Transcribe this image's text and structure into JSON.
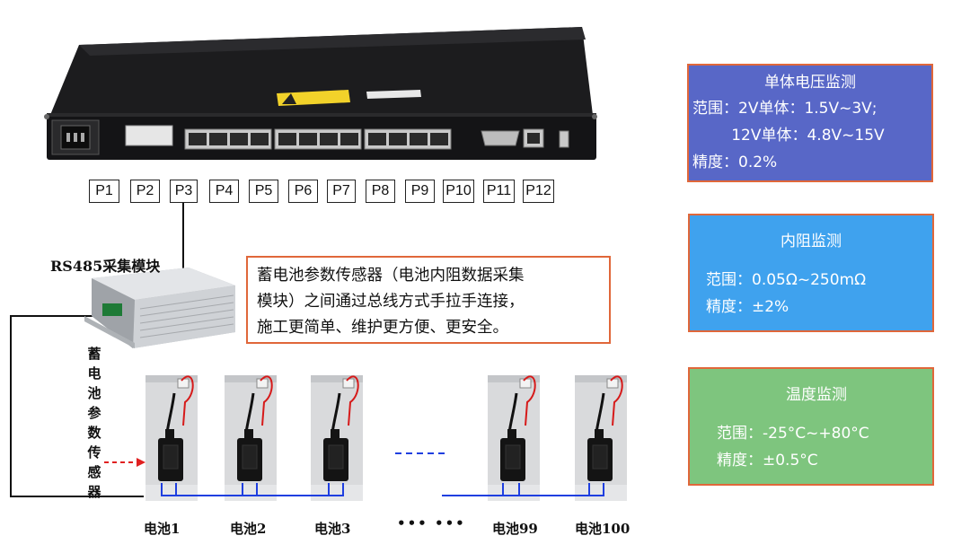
{
  "ports": [
    "P1",
    "P2",
    "P3",
    "P4",
    "P5",
    "P6",
    "P7",
    "P8",
    "P9",
    "P10",
    "P11",
    "P12"
  ],
  "module_label": "RS485采集模块",
  "sensor_label_chars": [
    "蓄",
    "电",
    "池",
    "参",
    "数",
    "传",
    "感",
    "器"
  ],
  "callout": {
    "line1": "蓄电池参数传感器（电池内阻数据采集",
    "line2": "模块）之间通过总线方式手拉手连接，",
    "line3": "施工更简单、维护更方便、更安全。"
  },
  "panel_voltage": {
    "title": "单体电压监测",
    "range1": "范围：2V单体：1.5V~3V;",
    "range2": "        12V单体：4.8V~15V",
    "precision": "精度：0.2%"
  },
  "panel_resistance": {
    "title": "内阻监测",
    "range": "范围：0.05Ω~250mΩ",
    "precision": "精度：±2%"
  },
  "panel_temperature": {
    "title": "温度监测",
    "range": "范围：-25°C~+80°C",
    "precision": "精度：±0.5°C"
  },
  "cells": {
    "c1": "电池1",
    "c2": "电池2",
    "c3": "电池3",
    "ellipsis": "••• •••",
    "c99": "电池99",
    "c100": "电池100"
  },
  "colors": {
    "voltage_panel": "#5867c7",
    "resistance_panel": "#3fa2ee",
    "temperature_panel": "#7ec57e",
    "panel_border": "#e0673a",
    "bus_line": "#1f3fe0",
    "sensor_arrow": "#e02020"
  }
}
